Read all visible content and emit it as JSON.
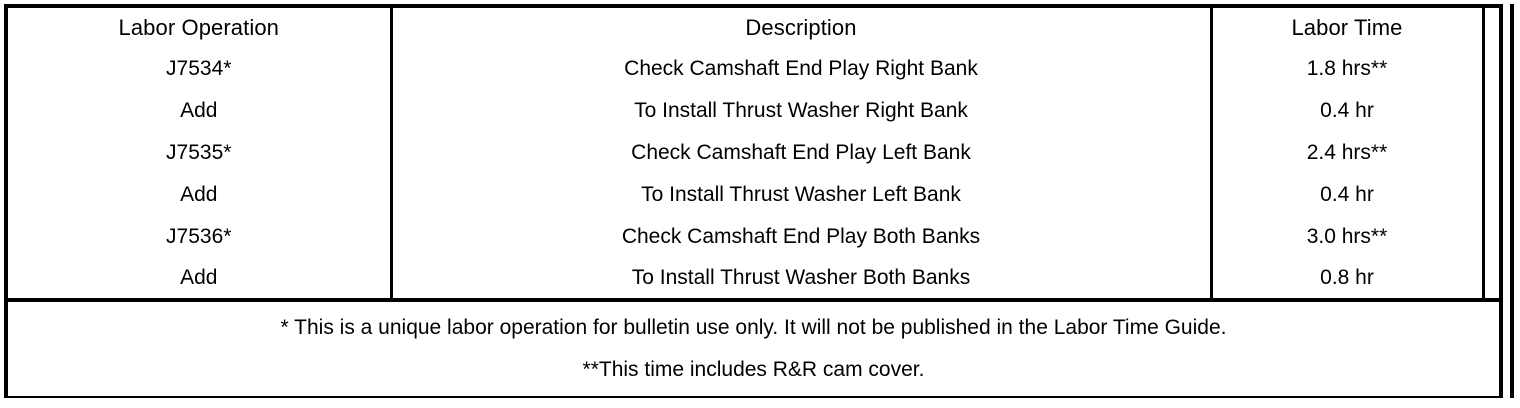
{
  "table": {
    "columns": [
      {
        "key": "labor_operation",
        "header": "Labor Operation"
      },
      {
        "key": "description",
        "header": "Description"
      },
      {
        "key": "labor_time",
        "header": "Labor Time"
      },
      {
        "key": "spacer",
        "header": ""
      }
    ],
    "rows": [
      {
        "labor_operation": "J7534*",
        "description": "Check Camshaft End Play Right Bank",
        "labor_time": "1.8 hrs**",
        "spacer": ""
      },
      {
        "labor_operation": "Add",
        "description": "To Install Thrust Washer Right Bank",
        "labor_time": "0.4 hr",
        "spacer": ""
      },
      {
        "labor_operation": "J7535*",
        "description": "Check Camshaft End Play Left Bank",
        "labor_time": "2.4 hrs**",
        "spacer": ""
      },
      {
        "labor_operation": "Add",
        "description": "To Install Thrust Washer Left Bank",
        "labor_time": "0.4 hr",
        "spacer": ""
      },
      {
        "labor_operation": "J7536*",
        "description": "Check Camshaft End Play Both Banks",
        "labor_time": "3.0 hrs**",
        "spacer": ""
      },
      {
        "labor_operation": "Add",
        "description": "To Install Thrust Washer Both Banks",
        "labor_time": "0.8 hr",
        "spacer": ""
      }
    ],
    "footnotes": [
      "* This is a unique labor operation for bulletin use only. It will not be published in the Labor Time Guide.",
      "**This time includes R&R cam cover."
    ]
  },
  "colors": {
    "rule": "#000000",
    "text": "#000000",
    "background": "#ffffff"
  }
}
